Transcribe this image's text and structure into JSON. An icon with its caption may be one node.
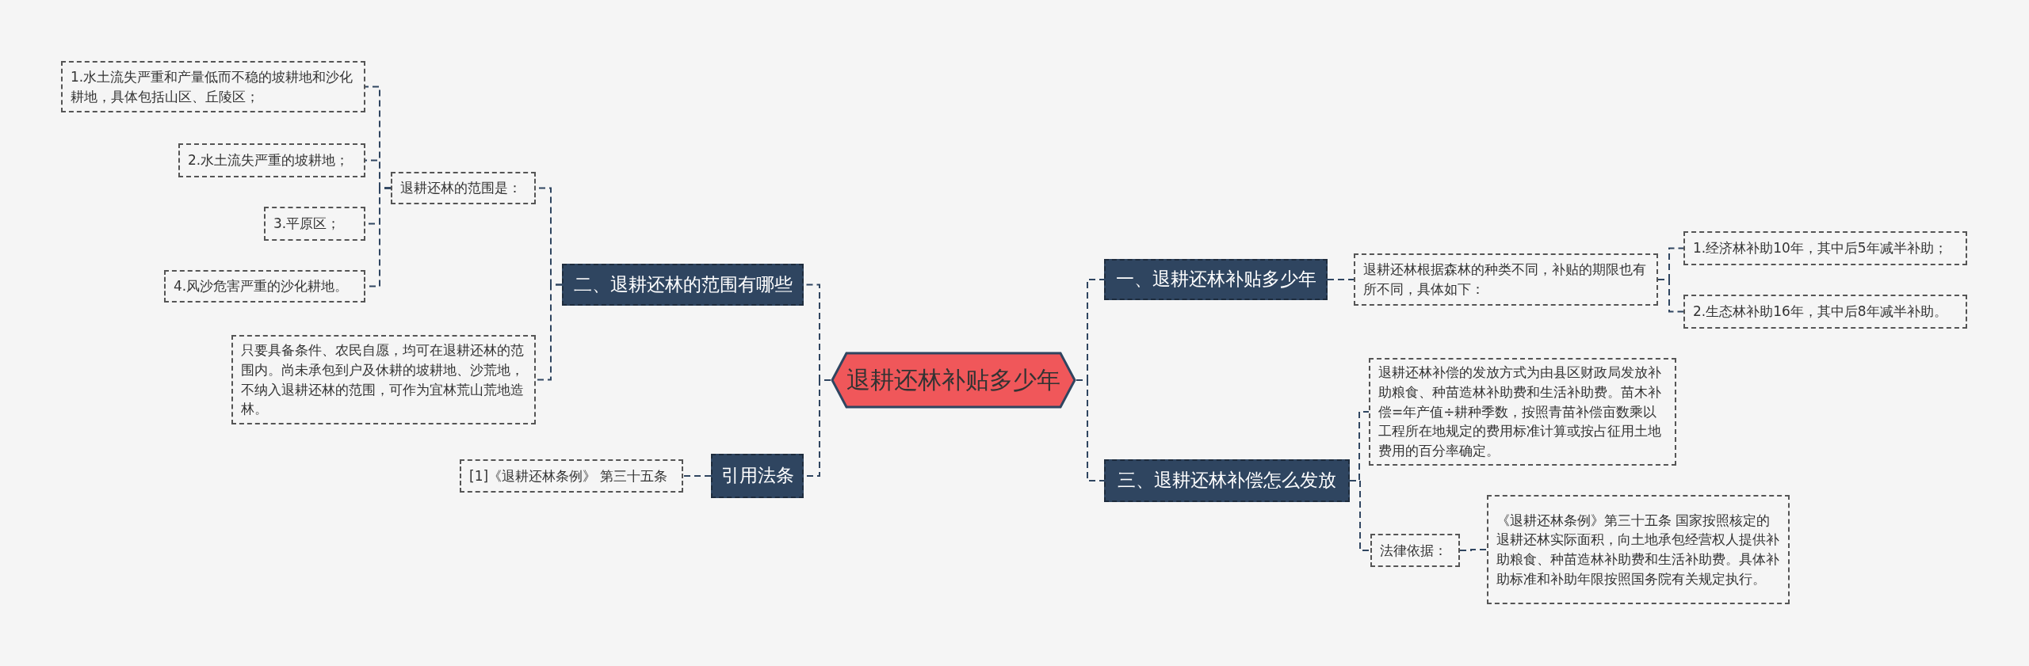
{
  "diagram": {
    "nodes": [
      {
        "text": [
          "退耕还林补贴多少年"
        ]
      },
      {
        "text": [
          "一、退耕还林补贴多少年"
        ]
      },
      {
        "text": [
          "退耕还林根据森林的种类不同，补贴的期限也有所不同，具体如下："
        ]
      },
      {
        "text": [
          "1.经济林补助10年，其中后5年减半补助；"
        ]
      },
      {
        "text": [
          "2.生态林补助16年，其中后8年减半补助。"
        ]
      },
      {
        "text": [
          "三、退耕还林补偿怎么发放"
        ]
      },
      {
        "text": [
          "退耕还林补偿的发放方式为由县区财政局发放补助粮食、种苗造林补助费和生活补助费。苗木补偿=年产值÷耕种季数，按照青苗补偿亩数乘以工程所在地规定的费用标准计算或按占征用土地费用的百分率确定。"
        ]
      },
      {
        "text": [
          "法律依据："
        ]
      },
      {
        "text": [
          "《退耕还林条例》第三十五条 国家按照核定的退耕还林实际面积，向土地承包经营权人提供补助粮食、种苗造林补助费和生活补助费。具体补助标准和补助年限按照国务院有关规定执行。"
        ]
      },
      {
        "text": [
          "二、退耕还林的范围有哪些"
        ]
      },
      {
        "text": [
          "退耕还林的范围是："
        ]
      },
      {
        "text": [
          "1.水土流失严重和产量低而不稳的坡耕地和沙化耕地，具体包括山区、丘陵区；"
        ]
      },
      {
        "text": [
          "2.水土流失严重的坡耕地；"
        ]
      },
      {
        "text": [
          "3.平原区；"
        ]
      },
      {
        "text": [
          "4.风沙危害严重的沙化耕地。"
        ]
      },
      {
        "text": [
          "只要具备条件、农民自愿，均可在退耕还林的范围内。尚未承包到户及休耕的坡耕地、沙荒地，不纳入退耕还林的范围，可作为宜林荒山荒地造林。"
        ]
      },
      {
        "text": [
          "引用法条"
        ]
      },
      {
        "text": [
          "[1]《退耕还林条例》 第三十五条"
        ]
      }
    ],
    "edges": [
      {
        "from": 0,
        "to": 1,
        "arrow": "none"
      },
      {
        "from": 1,
        "to": 2,
        "arrow": "none"
      },
      {
        "from": 2,
        "to": 3,
        "arrow": "none"
      },
      {
        "from": 2,
        "to": 4,
        "arrow": "none"
      },
      {
        "from": 0,
        "to": 5,
        "arrow": "none"
      },
      {
        "from": 5,
        "to": 6,
        "arrow": "none"
      },
      {
        "from": 5,
        "to": 7,
        "arrow": "none"
      },
      {
        "from": 7,
        "to": 8,
        "arrow": "none"
      },
      {
        "from": 0,
        "to": 9,
        "arrow": "none"
      },
      {
        "from": 9,
        "to": 10,
        "arrow": "none"
      },
      {
        "from": 10,
        "to": 11,
        "arrow": "none"
      },
      {
        "from": 10,
        "to": 12,
        "arrow": "none"
      },
      {
        "from": 10,
        "to": 13,
        "arrow": "none"
      },
      {
        "from": 10,
        "to": 14,
        "arrow": "none"
      },
      {
        "from": 9,
        "to": 15,
        "arrow": "none"
      },
      {
        "from": 0,
        "to": 16,
        "arrow": "none"
      },
      {
        "from": 16,
        "to": 17,
        "arrow": "none"
      }
    ]
  }
}
